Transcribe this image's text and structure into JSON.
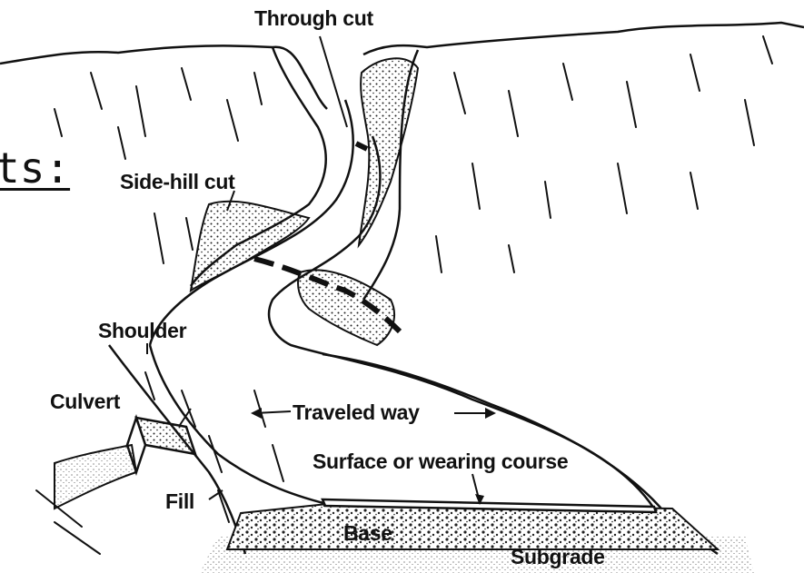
{
  "labels": {
    "through_cut": "Through cut",
    "side_hill_cut": "Side-hill cut",
    "shoulder": "Shoulder",
    "culvert": "Culvert",
    "traveled_way": "Traveled way",
    "fill": "Fill",
    "surface": "Surface or wearing course",
    "base": "Base",
    "subgrade": "Subgrade"
  },
  "slide_fragment": "ts:",
  "colors": {
    "ink": "#111111",
    "paper": "#ffffff",
    "stipple": "#333333"
  }
}
